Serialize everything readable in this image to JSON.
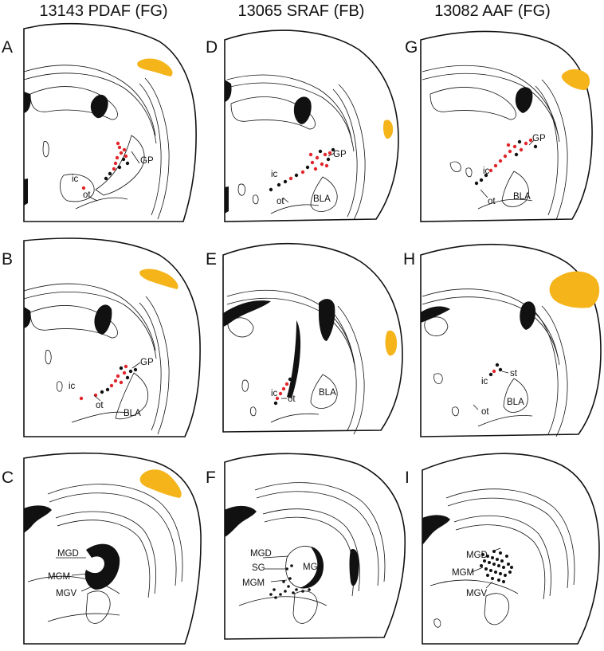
{
  "columns": [
    {
      "title": "13143 PDAF (FG)"
    },
    {
      "title": "13065 SRAF (FB)"
    },
    {
      "title": "13082 AAF (FG)"
    }
  ],
  "panels": [
    {
      "letter": "A",
      "labels": [
        "GP",
        "ic",
        "ot"
      ]
    },
    {
      "letter": "B",
      "labels": [
        "GP",
        "ic",
        "ot",
        "BLA"
      ]
    },
    {
      "letter": "C",
      "labels": [
        "MGD",
        "MGM",
        "MGV"
      ]
    },
    {
      "letter": "D",
      "labels": [
        "GP",
        "ic",
        "ot",
        "BLA"
      ]
    },
    {
      "letter": "E",
      "labels": [
        "ic",
        "ot",
        "BLA"
      ]
    },
    {
      "letter": "F",
      "labels": [
        "MGD",
        "SG",
        "MGM",
        "MGV"
      ]
    },
    {
      "letter": "G",
      "labels": [
        "GP",
        "ic",
        "ot",
        "BLA"
      ]
    },
    {
      "letter": "H",
      "labels": [
        "ic",
        "st",
        "ot",
        "BLA"
      ]
    },
    {
      "letter": "I",
      "labels": [
        "MGD",
        "MGM",
        "MGV"
      ]
    }
  ],
  "colors": {
    "tracer_injection": "#f4b41a",
    "labeled_cell_red": "#e0262b",
    "labeled_cell_black": "#111111",
    "outline": "#111111"
  }
}
